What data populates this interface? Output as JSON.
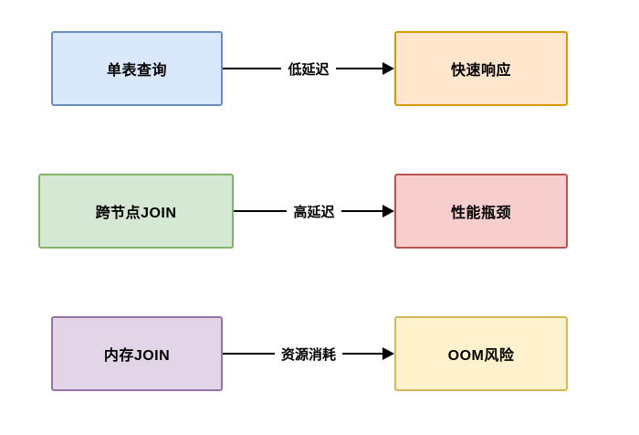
{
  "diagram": {
    "background_color": "#ffffff",
    "rows": [
      {
        "source": {
          "label": "单表查询",
          "fill": "#dae8fc",
          "border": "#6c8ebf"
        },
        "edge": {
          "label": "低延迟",
          "color": "#000000"
        },
        "target": {
          "label": "快速响应",
          "fill": "#ffe6cc",
          "border": "#d79b00"
        }
      },
      {
        "source": {
          "label": "跨节点JOIN",
          "fill": "#d5e8d4",
          "border": "#82b366"
        },
        "edge": {
          "label": "高延迟",
          "color": "#000000"
        },
        "target": {
          "label": "性能瓶颈",
          "fill": "#f8cecc",
          "border": "#b85450"
        }
      },
      {
        "source": {
          "label": "内存JOIN",
          "fill": "#e1d5e7",
          "border": "#9673a6"
        },
        "edge": {
          "label": "资源消耗",
          "color": "#000000"
        },
        "target": {
          "label": "OOM风险",
          "fill": "#fff2cc",
          "border": "#d6b656"
        }
      }
    ]
  }
}
